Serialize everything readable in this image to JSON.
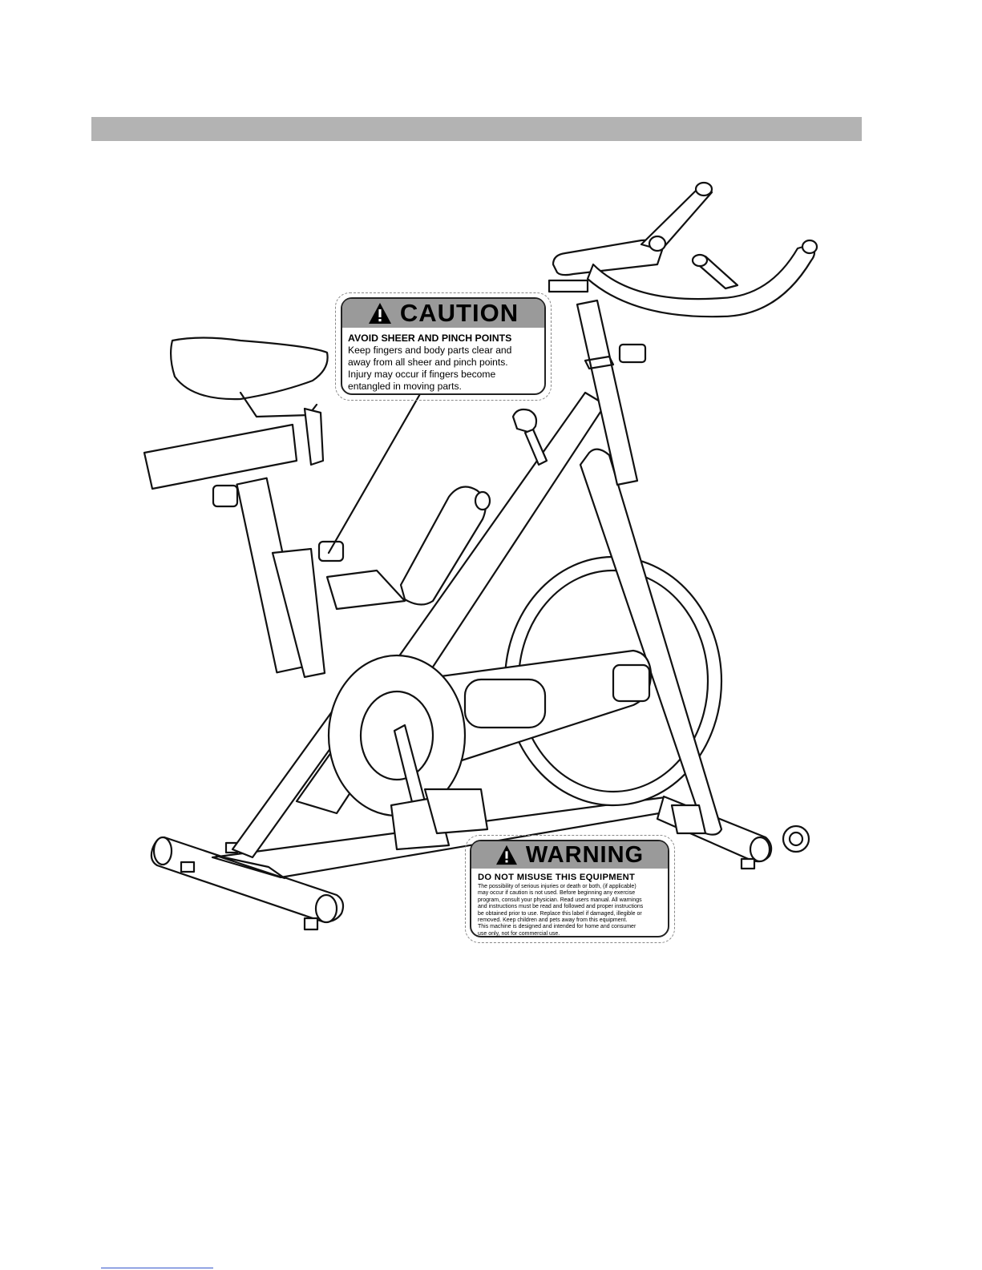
{
  "colors": {
    "section_bar": "#b3b3b3",
    "label_header": "#9a9a9a",
    "line": "#111111"
  },
  "caution_label": {
    "icon": "warning-triangle-icon",
    "heading": "CAUTION",
    "subheading": "AVOID SHEER AND PINCH POINTS",
    "lines": [
      "Keep fingers and body parts clear and",
      "away from all sheer and pinch points.",
      "Injury may occur if fingers become",
      "entangled in moving parts."
    ]
  },
  "warning_label": {
    "icon": "warning-triangle-icon",
    "heading": "WARNING",
    "subheading": "DO NOT MISUSE THIS EQUIPMENT",
    "lines": [
      "The possibility of serious injuries or death or both, (if applicable)",
      "may occur if caution is not used. Before beginning any exercise",
      "program, consult your physician. Read users manual. All warnings",
      "and instructions must be read and followed and proper instructions",
      "be obtained prior to use. Replace this label if damaged, illegible or",
      "removed. Keep children and pets away from this equipment.",
      "This machine is designed and intended for home and consumer",
      "use only, not for commercial use."
    ]
  }
}
